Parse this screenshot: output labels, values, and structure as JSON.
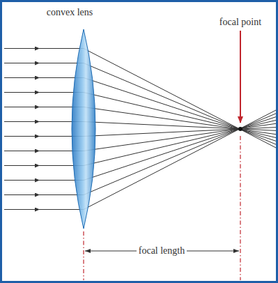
{
  "diagram": {
    "labels": [
      "convex lens",
      "focal point",
      "focal length"
    ]
  }
}
